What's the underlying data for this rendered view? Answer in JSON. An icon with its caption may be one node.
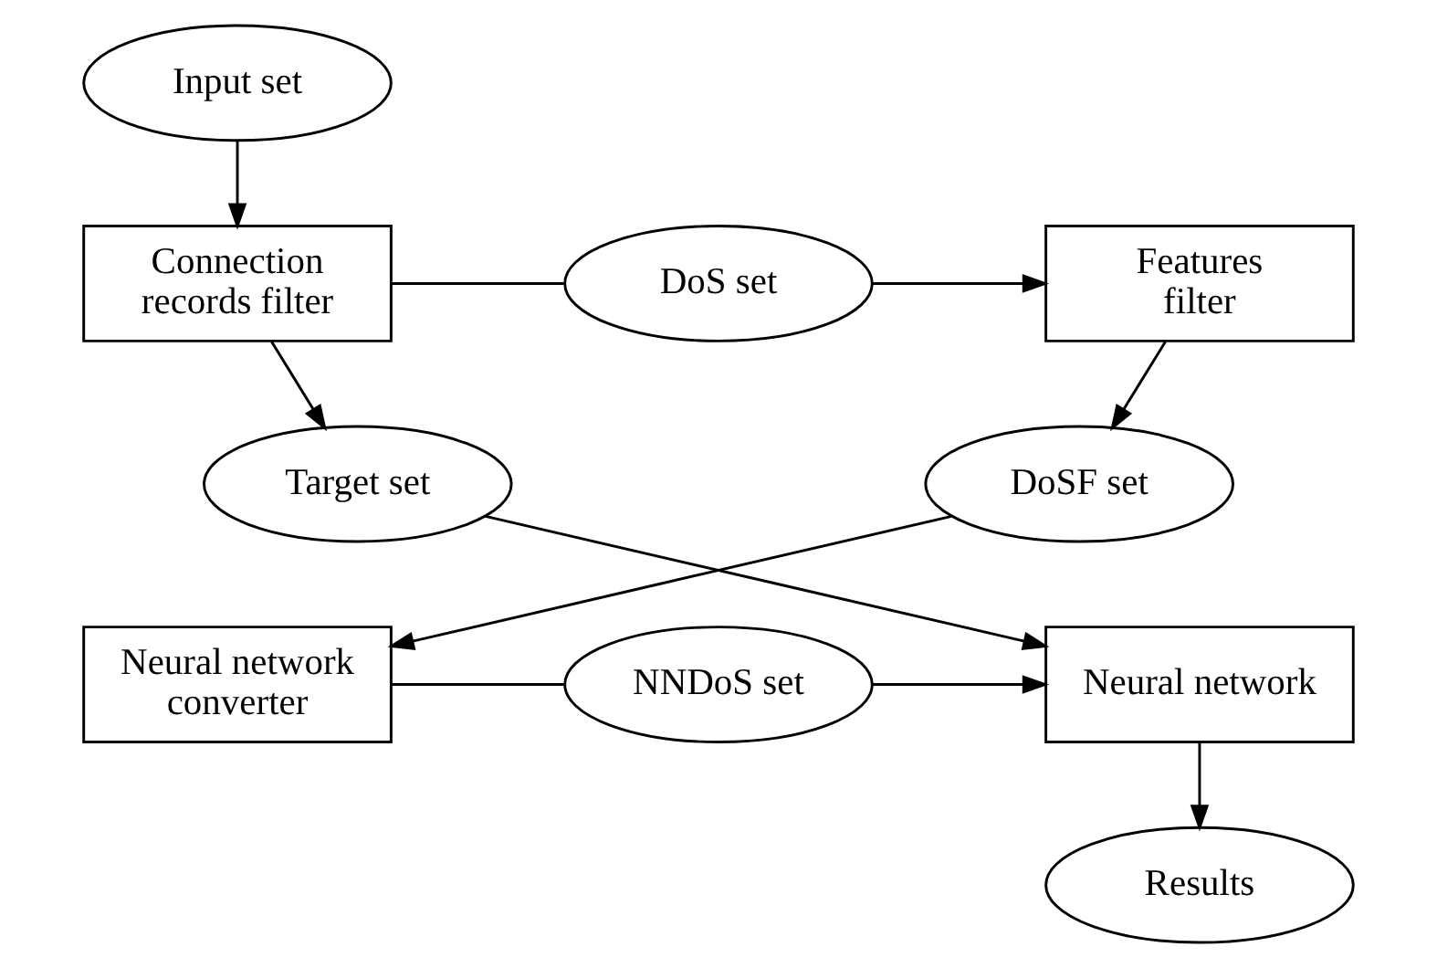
{
  "diagram": {
    "nodes": [
      {
        "text": [
          "Input set"
        ]
      },
      {
        "text": [
          "Connection records filter"
        ]
      },
      {
        "text": [
          "DoS set"
        ]
      },
      {
        "text": [
          "Features filter"
        ]
      },
      {
        "text": [
          "Target set"
        ]
      },
      {
        "text": [
          "DoSF set"
        ]
      },
      {
        "text": [
          "Neural network"
        ]
      },
      {
        "text": [
          "NNDoS set"
        ]
      },
      {
        "text": [
          "Neural network converter"
        ]
      },
      {
        "text": [
          "Results"
        ]
      }
    ],
    "edges": [
      {
        "from": 0,
        "to": 1,
        "arrow": "to"
      },
      {
        "from": 1,
        "to": 2,
        "arrow": "none"
      },
      {
        "from": 2,
        "to": 3,
        "arrow": "to"
      },
      {
        "from": 1,
        "to": 4,
        "arrow": "to"
      },
      {
        "from": 3,
        "to": 5,
        "arrow": "to"
      },
      {
        "from": 4,
        "to": 6,
        "arrow": "to"
      },
      {
        "from": 5,
        "to": 8,
        "arrow": "to"
      },
      {
        "from": 8,
        "to": 7,
        "arrow": "none"
      },
      {
        "from": 7,
        "to": 6,
        "arrow": "to"
      },
      {
        "from": 6,
        "to": 9,
        "arrow": "to"
      }
    ]
  }
}
